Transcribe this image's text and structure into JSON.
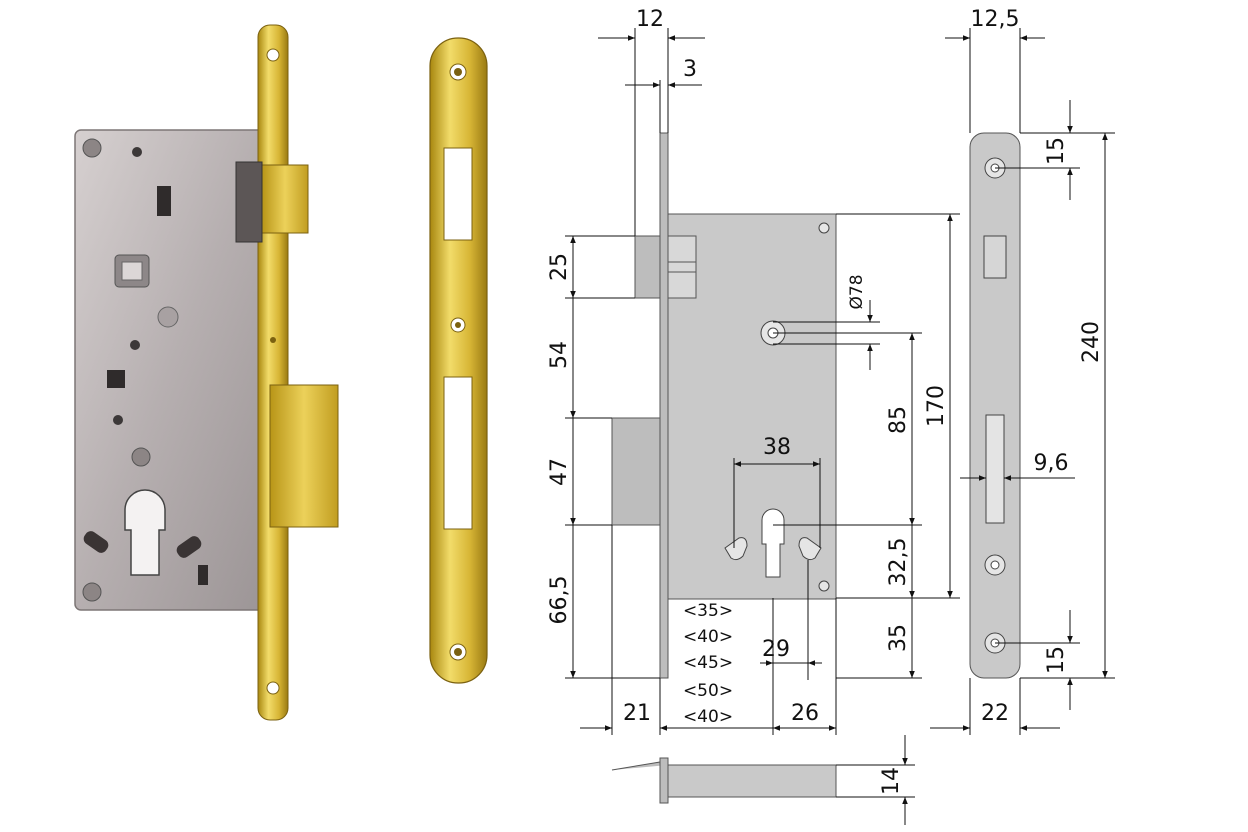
{
  "dimensions": {
    "top_faceplate_offset": "12",
    "top_faceplate_thickness": "3",
    "top_strike_width": "12,5",
    "latch_height": "25",
    "latch_to_deadbolt": "54",
    "deadbolt_height": "47",
    "bottom_offset": "66,5",
    "follower_diameter": "Ø78",
    "follower_to_cylinder": "85",
    "body_height": "170",
    "hole_spacing": "38",
    "cylinder_to_bottom": "32,5",
    "cylinder_bottom_margin": "35",
    "cylinder_width": "29",
    "faceplate_depth": "21",
    "cylinder_offset": "26",
    "strike_hole_top": "15",
    "strike_length": "240",
    "strike_slot_width": "9,6",
    "strike_hole_bottom": "15",
    "strike_width": "22",
    "bolt_thickness": "14"
  },
  "backset_options": [
    "<35>",
    "<40>",
    "<45>",
    "<50>",
    "<40>"
  ],
  "colors": {
    "brass": "#d9b838",
    "brass_dark": "#9a7a12",
    "steel": "#b9b3b3",
    "drawing_gray": "#c9c9c9"
  }
}
